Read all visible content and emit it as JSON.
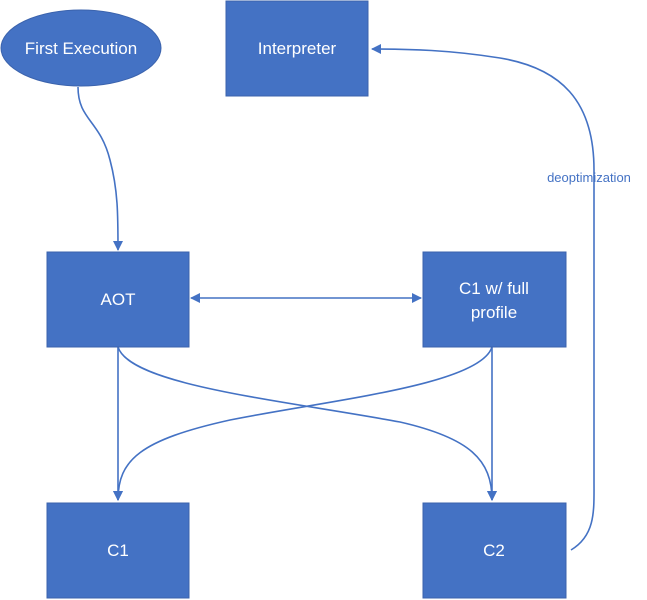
{
  "nodes": {
    "first_execution": "First Execution",
    "interpreter": "Interpreter",
    "aot": "AOT",
    "c1_full_profile_line1": "C1 w/ full",
    "c1_full_profile_line2": "profile",
    "c1": "C1",
    "c2": "C2"
  },
  "edges": {
    "deoptimization_label": "deoptimization"
  },
  "colors": {
    "node_fill": "#4472C4",
    "node_text": "#FFFFFF",
    "edge_stroke": "#4472C4",
    "background": "#FFFFFF"
  }
}
